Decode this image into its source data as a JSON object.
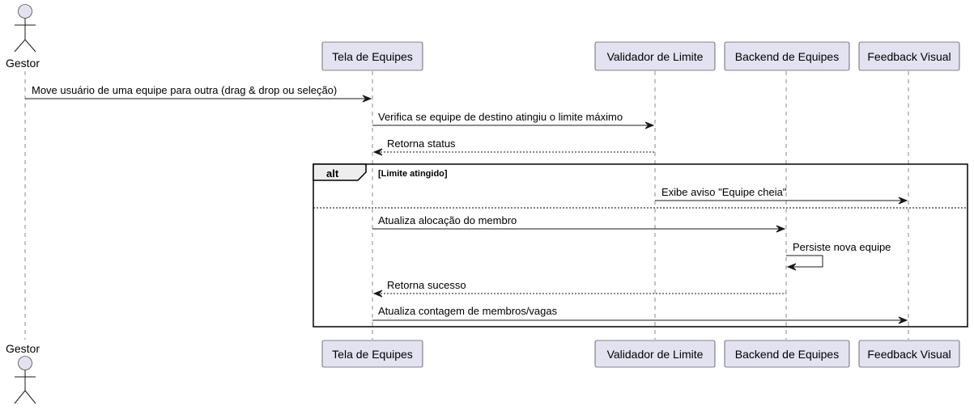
{
  "actor": {
    "name": "Gestor"
  },
  "participants": [
    {
      "id": "tela",
      "name": "Tela de Equipes"
    },
    {
      "id": "validador",
      "name": "Validador de Limite"
    },
    {
      "id": "backend",
      "name": "Backend de Equipes"
    },
    {
      "id": "feedback",
      "name": "Feedback Visual"
    }
  ],
  "messages": [
    {
      "from": "gestor",
      "to": "tela",
      "text": "Move usuário de uma equipe para outra (drag & drop ou seleção)",
      "style": "solid"
    },
    {
      "from": "tela",
      "to": "validador",
      "text": "Verifica se equipe de destino atingiu o limite máximo",
      "style": "solid"
    },
    {
      "from": "validador",
      "to": "tela",
      "text": "Retorna status",
      "style": "dashed"
    },
    {
      "from": "validador",
      "to": "feedback",
      "text": "Exibe aviso \"Equipe cheia\"",
      "style": "solid"
    },
    {
      "from": "tela",
      "to": "backend",
      "text": "Atualiza alocação do membro",
      "style": "solid"
    },
    {
      "from": "backend",
      "to": "backend",
      "text": "Persiste nova equipe",
      "style": "self"
    },
    {
      "from": "backend",
      "to": "tela",
      "text": "Retorna sucesso",
      "style": "dashed"
    },
    {
      "from": "tela",
      "to": "feedback",
      "text": "Atualiza contagem de membros/vagas",
      "style": "solid"
    }
  ],
  "frame": {
    "keyword": "alt",
    "guard": "[Limite atingido]"
  }
}
